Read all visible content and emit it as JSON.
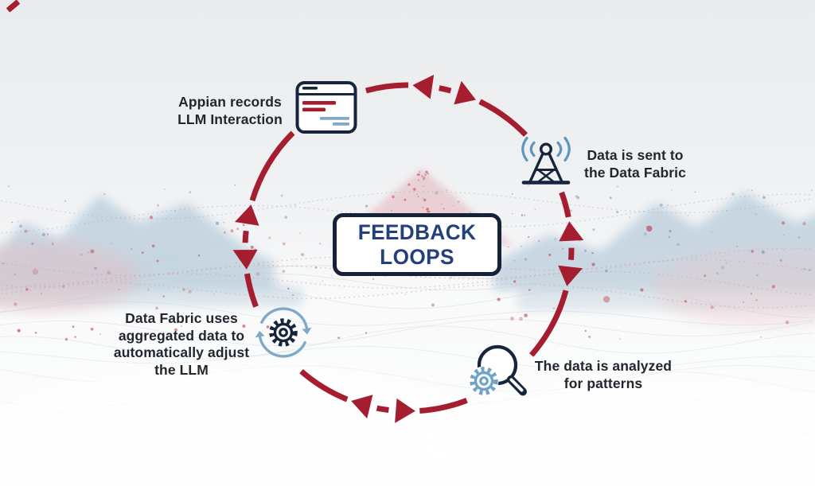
{
  "center": {
    "title": "FEEDBACK LOOPS"
  },
  "steps": [
    {
      "name": "appian-records",
      "icon": "browser-window-icon",
      "lines": [
        "Appian records",
        "LLM Interaction"
      ]
    },
    {
      "name": "data-sent",
      "icon": "broadcast-antenna-icon",
      "lines": [
        "Data is sent to",
        "the Data Fabric"
      ]
    },
    {
      "name": "data-analyzed",
      "icon": "magnifier-gear-icon",
      "lines": [
        "The data is analyzed",
        "for patterns"
      ]
    },
    {
      "name": "adjust-llm",
      "icon": "gear-sync-arrows-icon",
      "lines": [
        "Data Fabric uses",
        "aggregated data to",
        "automatically adjust",
        "the LLM"
      ]
    }
  ],
  "colors": {
    "ring_red": "#a51e30",
    "navy": "#16253b",
    "title_navy": "#24407c",
    "accent_blue": "#6fa3c7",
    "wave_blue": "#5e96bd",
    "label_text": "#22262e",
    "dot_red": "#c0525e",
    "dot_blue": "#6e93b0"
  }
}
